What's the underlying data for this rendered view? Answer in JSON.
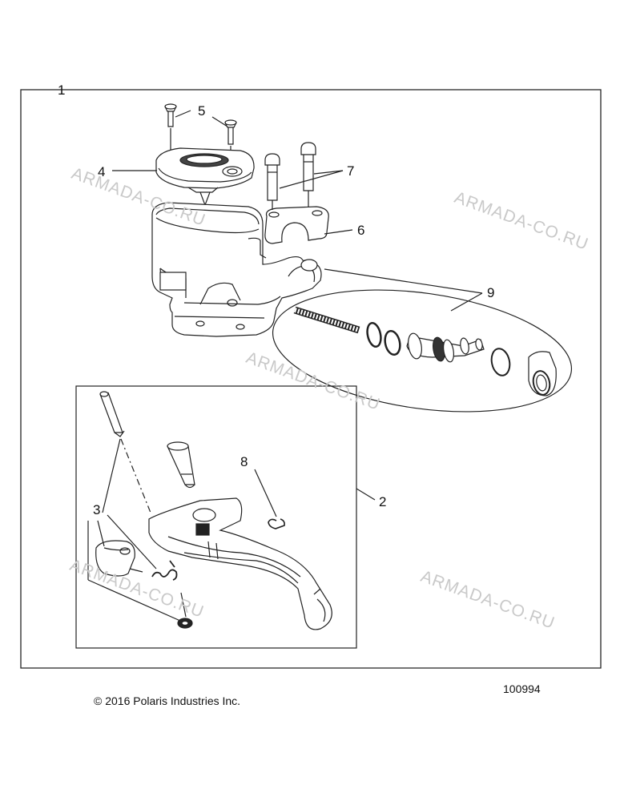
{
  "callouts": {
    "c1": "1",
    "c2": "2",
    "c3": "3",
    "c4": "4",
    "c5": "5",
    "c6": "6",
    "c7": "7",
    "c8": "8",
    "c9": "9"
  },
  "watermark": "ARMADA-CO.RU",
  "footer": {
    "copyright": "© 2016 Polaris Industries Inc.",
    "figure_number": "100994"
  }
}
